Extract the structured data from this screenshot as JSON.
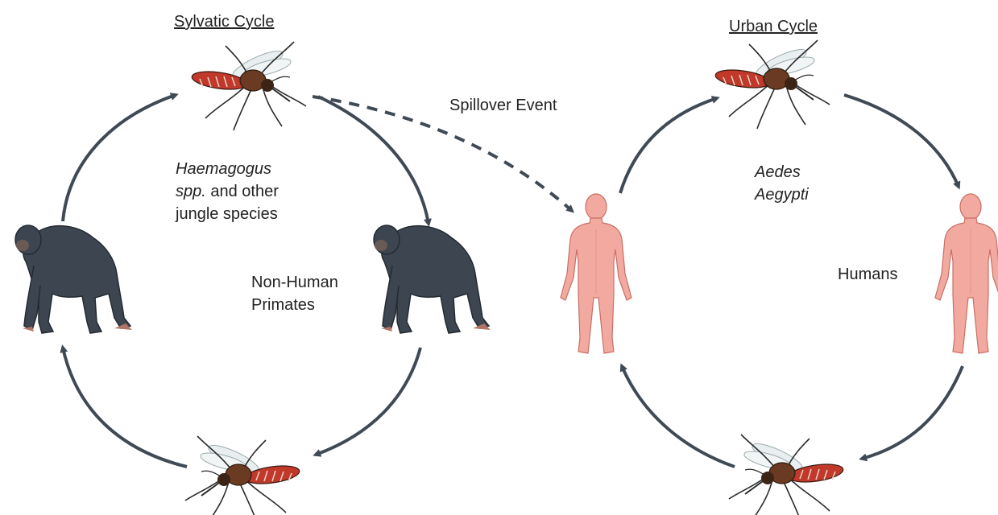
{
  "sylvatic": {
    "title": "Sylvatic Cycle",
    "vector_line1": "Haemagogus",
    "vector_line2_italic": "spp.",
    "vector_line2_rest": " and other",
    "vector_line3": "jungle species",
    "host_line1": "Non-Human",
    "host_line2": "Primates"
  },
  "spillover": {
    "label": "Spillover Event"
  },
  "urban": {
    "title": "Urban Cycle",
    "vector_line1": "Aedes",
    "vector_line2": "Aegypti",
    "host_label": "Humans"
  },
  "colors": {
    "arrow": "#3f4a55",
    "mosquito_body": "#6b3a22",
    "mosquito_abdomen": "#c0392b",
    "primate": "#3d4650",
    "human": "#f2a9a0",
    "human_outline": "#c96f66"
  }
}
